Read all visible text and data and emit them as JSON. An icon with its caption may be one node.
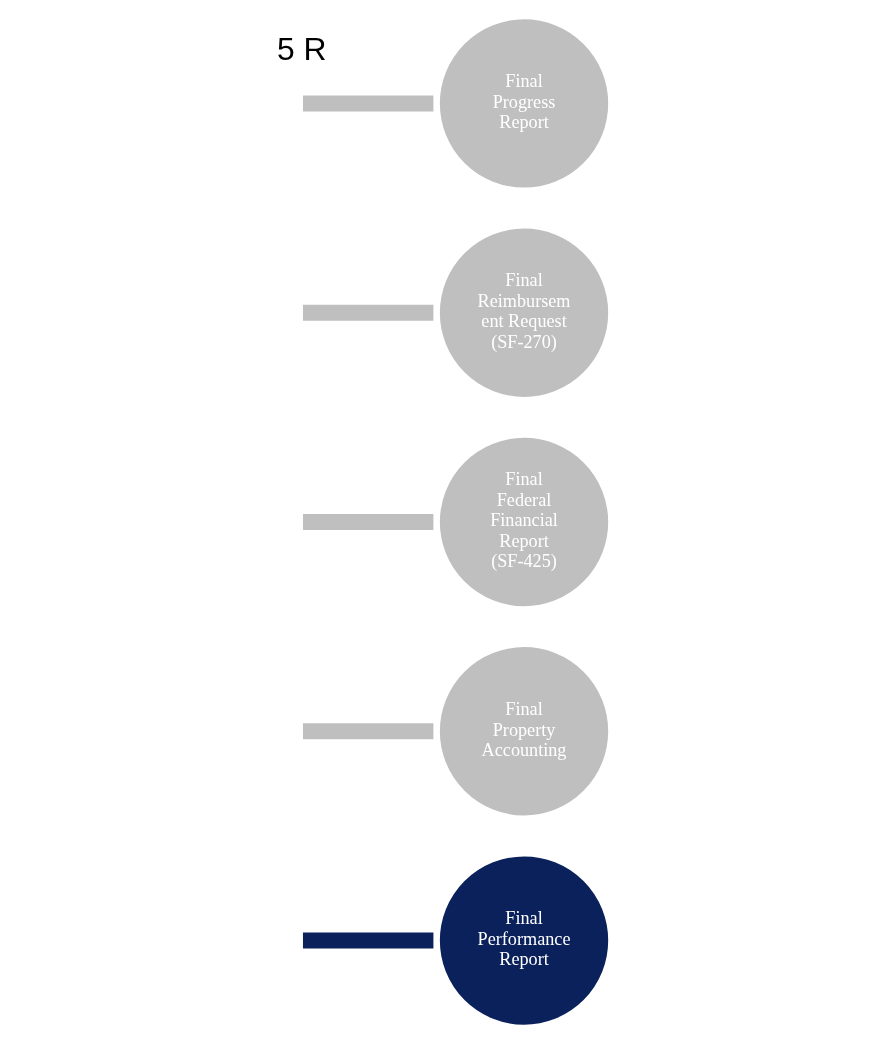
{
  "diagram": {
    "nodes": [
      {
        "text": [
          "Final Progress Report"
        ]
      },
      {
        "text": [
          "Final Reimbursem ent Request (SF-270)"
        ]
      },
      {
        "text": [
          "Final Federal Financial Report (SF-425)"
        ]
      },
      {
        "text": [
          "Final Property Accounting"
        ]
      },
      {
        "text": [
          "Final Performance Report"
        ]
      }
    ],
    "edges": [
      {
        "from": null,
        "to": 0,
        "arrow": "none"
      },
      {
        "from": null,
        "to": 1,
        "arrow": "none"
      },
      {
        "from": null,
        "to": 2,
        "arrow": "none"
      },
      {
        "from": null,
        "to": 3,
        "arrow": "none"
      },
      {
        "from": null,
        "to": 4,
        "arrow": "none",
        "color": "#0a215c"
      }
    ],
    "labels": [
      "5 R"
    ]
  }
}
